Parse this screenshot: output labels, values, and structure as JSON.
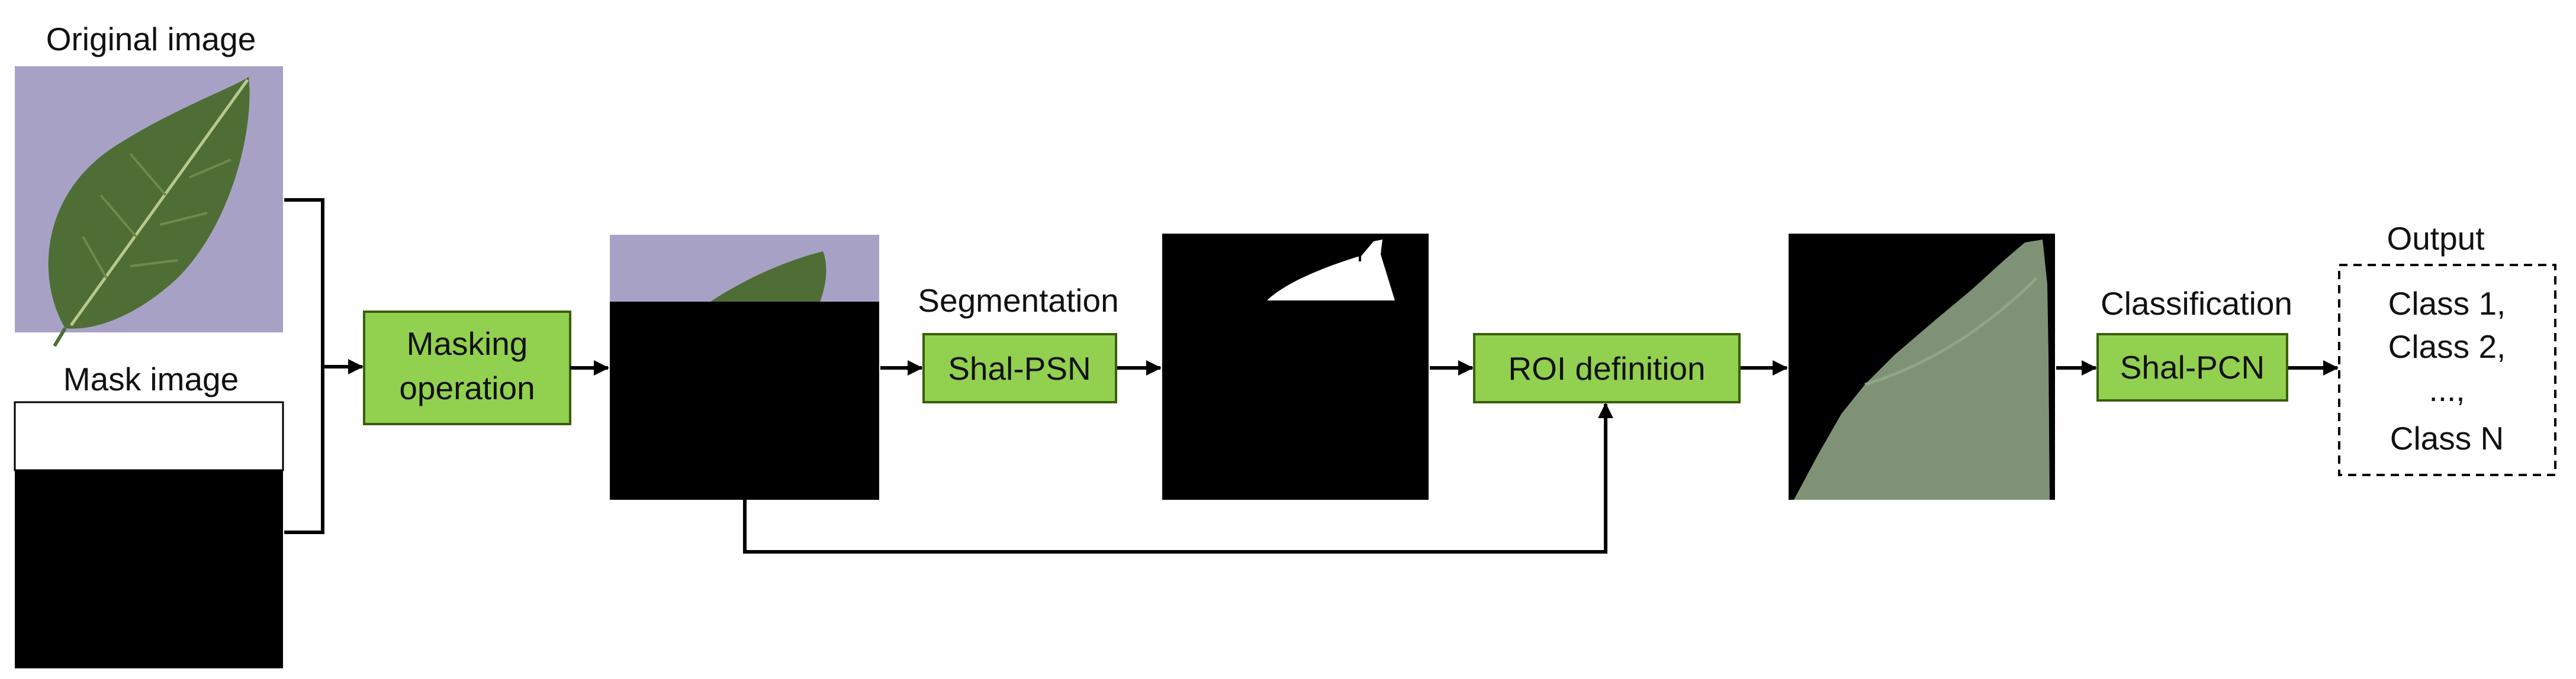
{
  "labels": {
    "original_image": "Original image",
    "mask_image": "Mask image",
    "segmentation": "Segmentation",
    "classification": "Classification",
    "output": "Output"
  },
  "boxes": {
    "masking_line1": "Masking",
    "masking_line2": "operation",
    "shal_psn": "Shal-PSN",
    "roi_definition": "ROI definition",
    "shal_pcn": "Shal-PCN"
  },
  "output_classes": [
    "Class 1,",
    "Class 2,",
    "...,",
    "Class N"
  ],
  "colors": {
    "process_box_fill": "#92D050",
    "process_box_stroke": "#3A5F0B",
    "mask_black": "#000000",
    "mask_white": "#FFFFFF",
    "leaf_background": "#A7A2C5",
    "leaf_green": "#4E6E35",
    "roi_leaf": "#7F9275"
  }
}
